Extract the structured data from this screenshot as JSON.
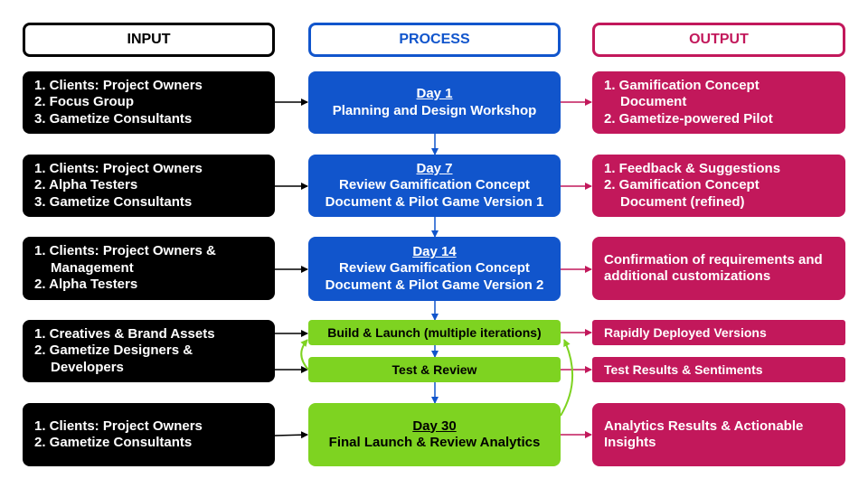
{
  "headers": {
    "input": "INPUT",
    "process": "PROCESS",
    "output": "OUTPUT"
  },
  "colors": {
    "input": "#000000",
    "process": "#1155cc",
    "output": "#c2185b",
    "iteration": "#7ed321"
  },
  "inputs": [
    [
      "1. Clients: Project Owners",
      "2. Focus Group",
      "3. Gametize Consultants"
    ],
    [
      "1. Clients: Project Owners",
      "2. Alpha Testers",
      "3. Gametize Consultants"
    ],
    [
      "1. Clients: Project Owners &",
      "Management",
      "2. Alpha Testers"
    ],
    [
      "1. Creatives & Brand Assets",
      "2. Gametize Designers &",
      "Developers"
    ],
    [
      "1. Clients: Project Owners",
      "2. Gametize Consultants"
    ]
  ],
  "process": {
    "day1": {
      "day": "Day 1",
      "lines": [
        "Planning and Design Workshop"
      ]
    },
    "day7": {
      "day": "Day 7",
      "lines": [
        "Review Gamification Concept",
        "Document & Pilot Game Version 1"
      ]
    },
    "day14": {
      "day": "Day 14",
      "lines": [
        "Review Gamification Concept",
        "Document & Pilot Game Version 2"
      ]
    },
    "build": "Build & Launch (multiple iterations)",
    "test": "Test & Review",
    "day30": {
      "day": "Day 30",
      "lines": [
        "Final Launch & Review Analytics"
      ]
    }
  },
  "outputs": [
    [
      "1. Gamification Concept",
      "Document",
      "2. Gametize-powered Pilot"
    ],
    [
      "1. Feedback & Suggestions",
      "2. Gamification Concept",
      "Document (refined)"
    ],
    [
      "Confirmation of requirements and",
      "additional customizations"
    ],
    [
      "Rapidly Deployed Versions"
    ],
    [
      "Test Results & Sentiments"
    ],
    [
      "Analytics Results & Actionable",
      "Insights"
    ]
  ]
}
